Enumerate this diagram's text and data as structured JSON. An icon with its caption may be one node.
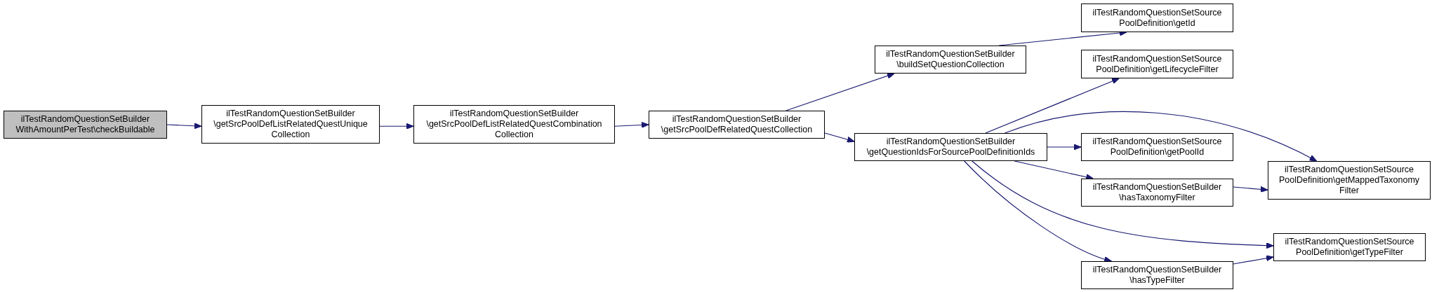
{
  "diagram": {
    "nodes": [
      {
        "text": [
          "ilTestRandomQuestionSetBuilder WithAmountPerTest\\checkBuildable"
        ]
      },
      {
        "text": [
          "ilTestRandomQuestionSetBuilder \\getSrcPoolDefListRelatedQuestUnique Collection"
        ]
      },
      {
        "text": [
          "ilTestRandomQuestionSetBuilder \\getSrcPoolDefListRelatedQuestCombination Collection"
        ]
      },
      {
        "text": [
          "ilTestRandomQuestionSetBuilder \\getSrcPoolDefRelatedQuestCollection"
        ]
      },
      {
        "text": [
          "ilTestRandomQuestionSetBuilder \\buildSetQuestionCollection"
        ]
      },
      {
        "text": [
          "ilTestRandomQuestionSetBuilder \\getQuestionIdsForSourcePoolDefinitionIds"
        ]
      },
      {
        "text": [
          "ilTestRandomQuestionSetSource PoolDefinition\\getId"
        ]
      },
      {
        "text": [
          "ilTestRandomQuestionSetSource PoolDefinition\\getLifecycleFilter"
        ]
      },
      {
        "text": [
          "ilTestRandomQuestionSetSource PoolDefinition\\getPoolId"
        ]
      },
      {
        "text": [
          "ilTestRandomQuestionSetSource PoolDefinition\\getMappedTaxonomy Filter"
        ]
      },
      {
        "text": [
          "ilTestRandomQuestionSetBuilder \\hasTaxonomyFilter"
        ]
      },
      {
        "text": [
          "ilTestRandomQuestionSetSource PoolDefinition\\getTypeFilter"
        ]
      },
      {
        "text": [
          "ilTestRandomQuestionSetBuilder \\hasTypeFilter"
        ]
      }
    ],
    "edges": [
      {
        "from": 0,
        "to": 1,
        "arrow": "to"
      },
      {
        "from": 1,
        "to": 2,
        "arrow": "to"
      },
      {
        "from": 2,
        "to": 3,
        "arrow": "to"
      },
      {
        "from": 3,
        "to": 4,
        "arrow": "to"
      },
      {
        "from": 3,
        "to": 5,
        "arrow": "to"
      },
      {
        "from": 4,
        "to": 6,
        "arrow": "to"
      },
      {
        "from": 5,
        "to": 7,
        "arrow": "to"
      },
      {
        "from": 5,
        "to": 9,
        "arrow": "to"
      },
      {
        "from": 5,
        "to": 8,
        "arrow": "to"
      },
      {
        "from": 5,
        "to": 10,
        "arrow": "to"
      },
      {
        "from": 5,
        "to": 11,
        "arrow": "to"
      },
      {
        "from": 5,
        "to": 12,
        "arrow": "to"
      },
      {
        "from": 10,
        "to": 9,
        "arrow": "to"
      },
      {
        "from": 12,
        "to": 11,
        "arrow": "to"
      }
    ]
  }
}
